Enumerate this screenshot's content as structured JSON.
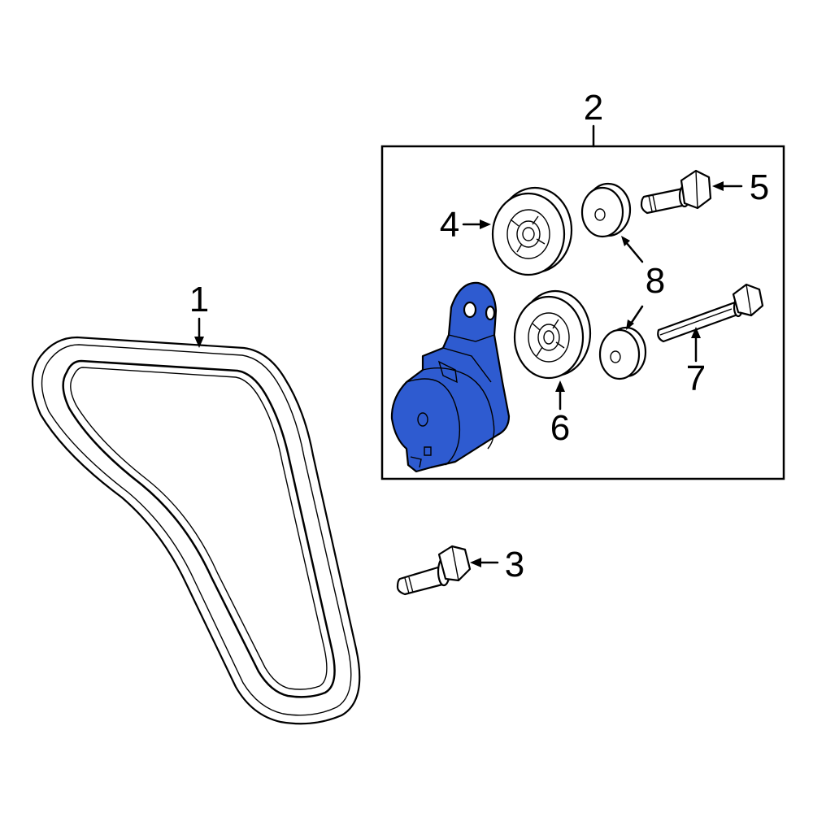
{
  "callouts": {
    "belt": "1",
    "kit": "2",
    "bolt_lower": "3",
    "pulley_upper": "4",
    "bolt_upper": "5",
    "pulley_lower": "6",
    "bolt_long": "7",
    "spacer": "8"
  },
  "colors": {
    "highlight": "#2e5bd0",
    "ink": "#000000",
    "background": "#ffffff"
  }
}
